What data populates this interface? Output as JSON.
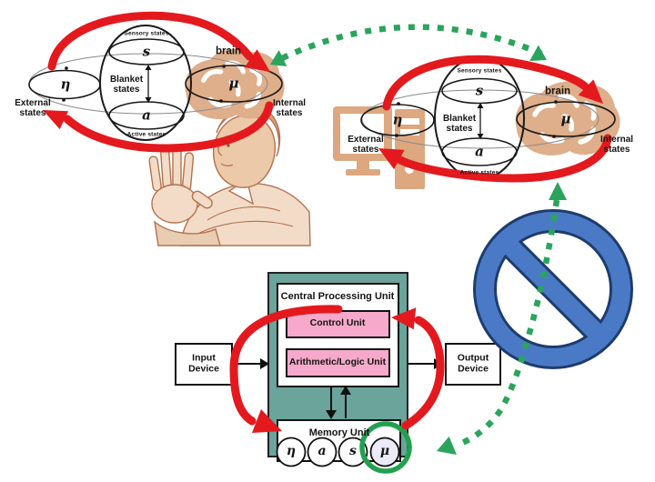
{
  "figure": {
    "description_domain": "diagram",
    "colors": {
      "red_arrow": "#e4191e",
      "green_arrow": "#2aa45c",
      "green_ring": "#21a14f",
      "prohibition_blue": "#4a7ac6",
      "prohibition_navy": "#1e3c6e",
      "cpu_teal": "#6aa49a",
      "unit_pink": "#f6a9ca",
      "icon_tan": "#dda87f",
      "sepia_line": "#b4714e",
      "memory_mu_fill": "#eceaf6"
    },
    "icons": {
      "human": "human-figure",
      "brain": "brain-icon",
      "computer": "desktop-computer-icon",
      "prohibition": "no-symbol-icon",
      "equivalence": "green-dotted-double-arrow",
      "forbidden_link": "green-dotted-arrow-through-no-symbol",
      "highlight": "green-circle-highlight"
    }
  },
  "human_diagram": {
    "sensory": "Sensory states",
    "s": "s",
    "blanket_line1": "Blanket",
    "blanket_line2": "states",
    "a": "a",
    "active": "Active states",
    "eta": "η",
    "mu": "μ",
    "brain": "brain",
    "external_line1": "External",
    "external_line2": "states",
    "internal_line1": "Internal",
    "internal_line2": "states"
  },
  "computer_diagram": {
    "sensory": "Sensory states",
    "s": "s",
    "blanket_line1": "Blanket",
    "blanket_line2": "states",
    "a": "a",
    "active": "Active states",
    "eta": "η",
    "mu": "μ",
    "brain": "brain",
    "external_line1": "External",
    "external_line2": "states",
    "internal_line1": "Internal",
    "internal_line2": "states"
  },
  "cpu_diagram": {
    "title": "Central Processing Unit",
    "control_unit": "Control Unit",
    "alu": "Arithmetic/Logic Unit",
    "memory_unit": "Memory Unit",
    "memory_slots": [
      "η",
      "a",
      "s",
      "μ"
    ],
    "input_line1": "Input",
    "input_line2": "Device",
    "output_line1": "Output",
    "output_line2": "Device"
  }
}
